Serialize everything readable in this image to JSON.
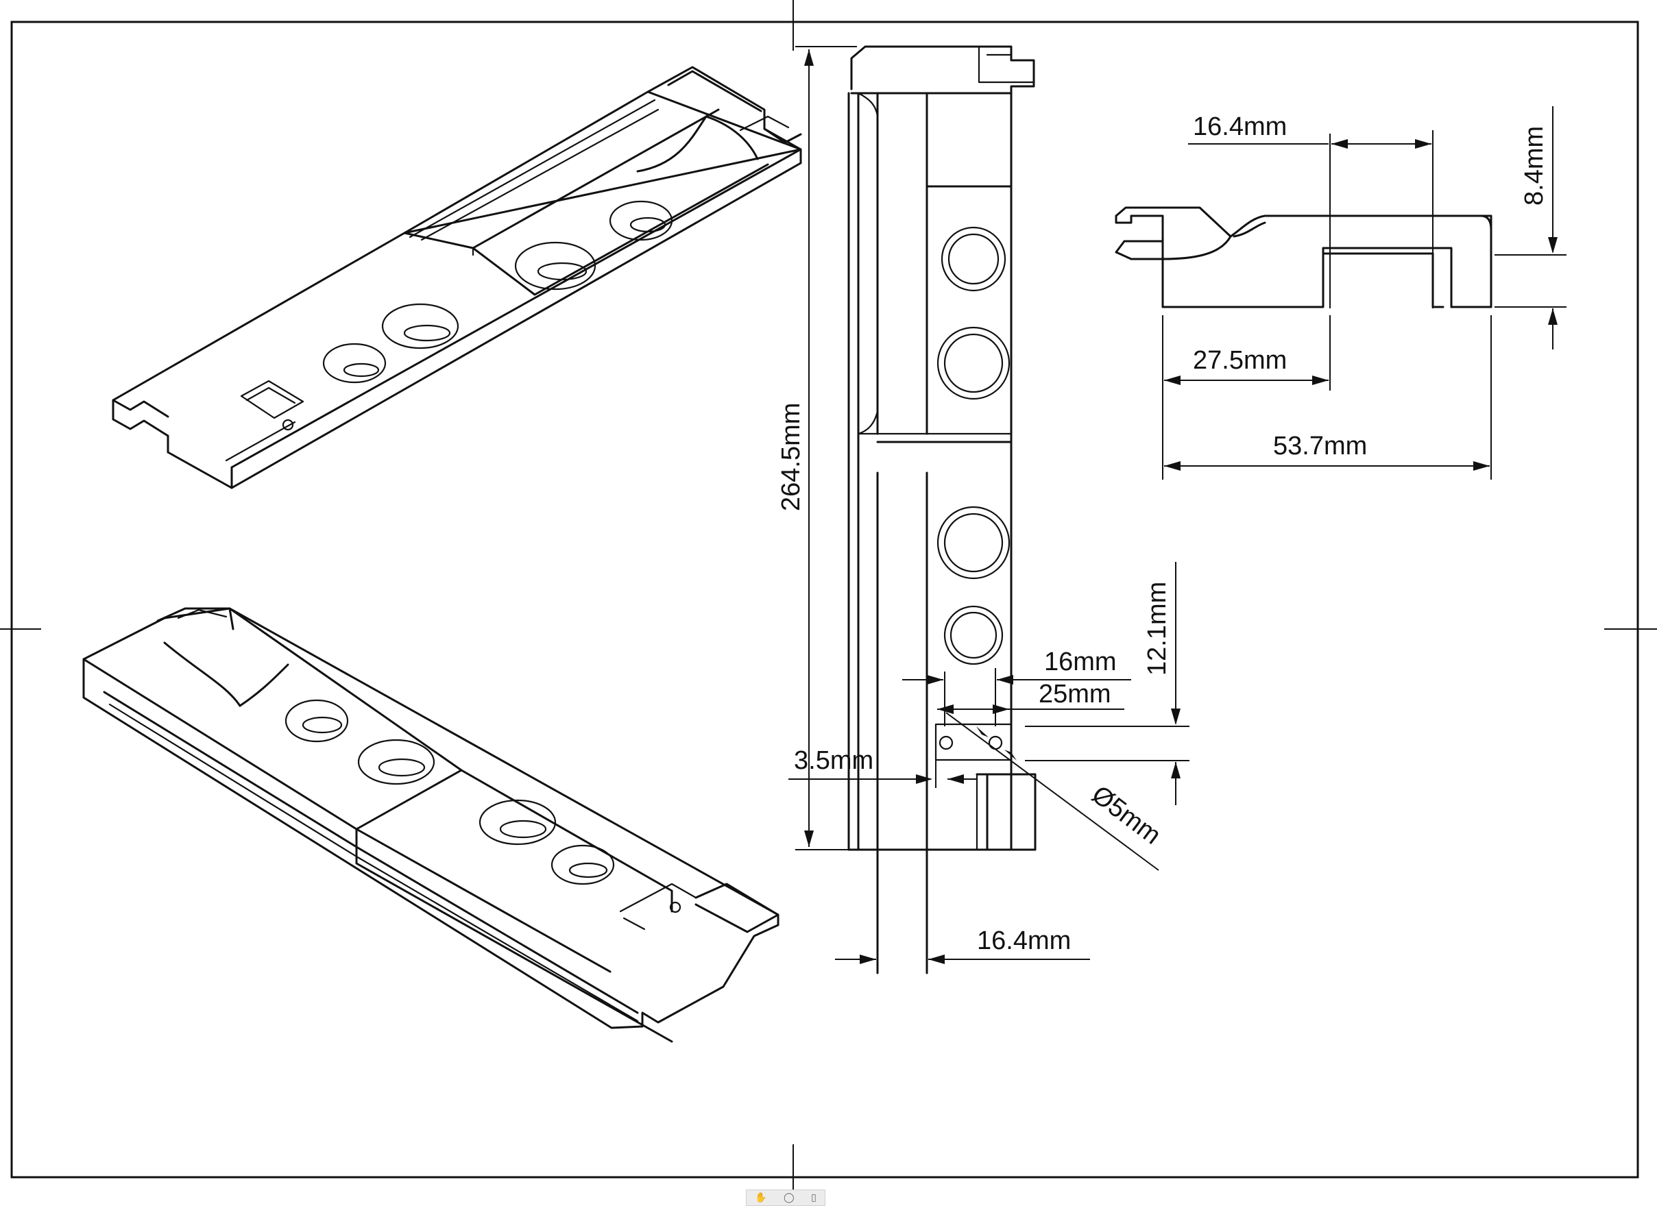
{
  "dimensions": {
    "overall_length": "264.5mm",
    "top_width": "16.4mm",
    "height": "8.4mm",
    "slot_offset": "27.5mm",
    "overall_width": "53.7mm",
    "hole_spacing_16": "16mm",
    "hole_spacing_25": "25mm",
    "offset_3_5": "3.5mm",
    "height_12_1": "12.1mm",
    "hole_diameter": "Ø5mm",
    "bottom_width": "16.4mm"
  },
  "toolbar": {
    "icons": [
      "pan-icon",
      "zoom-icon",
      "fit-icon"
    ]
  }
}
